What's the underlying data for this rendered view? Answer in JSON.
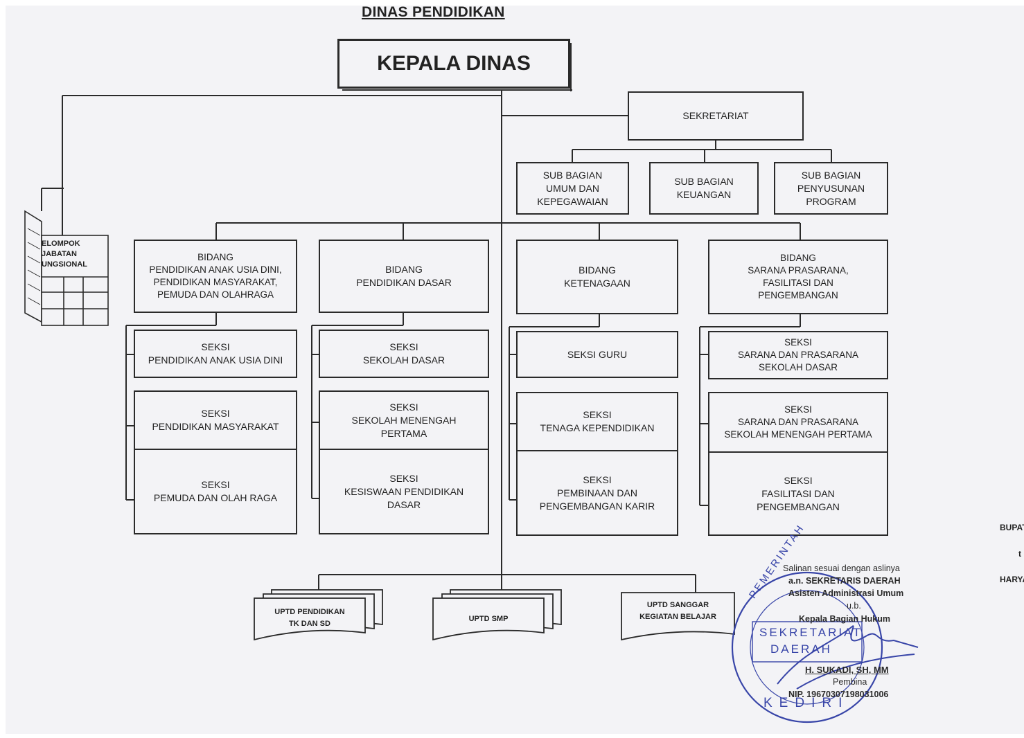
{
  "title": "DINAS PENDIDIKAN",
  "kepala": "KEPALA DINAS",
  "sekretariat": "SEKRETARIAT",
  "subbagian": [
    [
      "SUB BAGIAN",
      "UMUM DAN",
      "KEPEGAWAIAN"
    ],
    [
      "SUB BAGIAN",
      "KEUANGAN"
    ],
    [
      "SUB BAGIAN",
      "PENYUSUNAN",
      "PROGRAM"
    ]
  ],
  "kelompok": [
    "ELOMPOK",
    "JABATAN",
    "UNGSIONAL"
  ],
  "bidang": [
    [
      "BIDANG",
      "PENDIDIKAN ANAK USIA DINI,",
      "PENDIDIKAN MASYARAKAT,",
      "PEMUDA DAN OLAHRAGA"
    ],
    [
      "BIDANG",
      "PENDIDIKAN DASAR"
    ],
    [
      "BIDANG",
      "KETENAGAAN"
    ],
    [
      "BIDANG",
      "SARANA PRASARANA,",
      "FASILITASI DAN",
      "PENGEMBANGAN"
    ]
  ],
  "seksi": [
    [
      [
        "SEKSI",
        "PENDIDIKAN ANAK USIA DINI"
      ],
      [
        "SEKSI",
        "PENDIDIKAN MASYARAKAT"
      ],
      [
        "SEKSI",
        "PEMUDA DAN OLAH RAGA"
      ]
    ],
    [
      [
        "SEKSI",
        "SEKOLAH DASAR"
      ],
      [
        "SEKSI",
        "SEKOLAH MENENGAH",
        "PERTAMA"
      ],
      [
        "SEKSI",
        "KESISWAAN PENDIDIKAN",
        "DASAR"
      ]
    ],
    [
      [
        "SEKSI GURU"
      ],
      [
        "SEKSI",
        "TENAGA KEPENDIDIKAN"
      ],
      [
        "SEKSI",
        "PEMBINAAN DAN",
        "PENGEMBANGAN KARIR"
      ]
    ],
    [
      [
        "SEKSI",
        "SARANA DAN PRASARANA",
        "SEKOLAH DASAR"
      ],
      [
        "SEKSI",
        "SARANA DAN PRASARANA",
        "SEKOLAH MENENGAH PERTAMA"
      ],
      [
        "SEKSI",
        "FASILITASI DAN",
        "PENGEMBANGAN"
      ]
    ]
  ],
  "uptd": [
    [
      "UPTD PENDIDIKAN",
      "TK DAN SD"
    ],
    [
      "UPTD SMP"
    ],
    [
      "UPTD SANGGAR",
      "KEGIATAN BELAJAR"
    ]
  ],
  "certification": {
    "line1": "Salinan sesuai dengan aslinya",
    "line2": "a.n. SEKRETARIS DAERAH",
    "line3": "Asisten Administrasi Umum",
    "line4": "u.b.",
    "line5": "Kepala Bagian Hukum",
    "name": "H. SUKADI, SH, MM",
    "rank": "Pembina",
    "nip": "NIP. 19670307198031006"
  },
  "stamp": {
    "top": "PEMERINTAH",
    "mid1": "SEKRETARIAT",
    "mid2": "DAERAH",
    "bottom": "KEDIRI"
  },
  "right_edge": {
    "line1": "BUPATI",
    "line2": "t",
    "line3": "HARYAN"
  },
  "colors": {
    "ink": "#2a2a2a",
    "paper": "#f3f3f6",
    "stamp": "#3845a8"
  }
}
